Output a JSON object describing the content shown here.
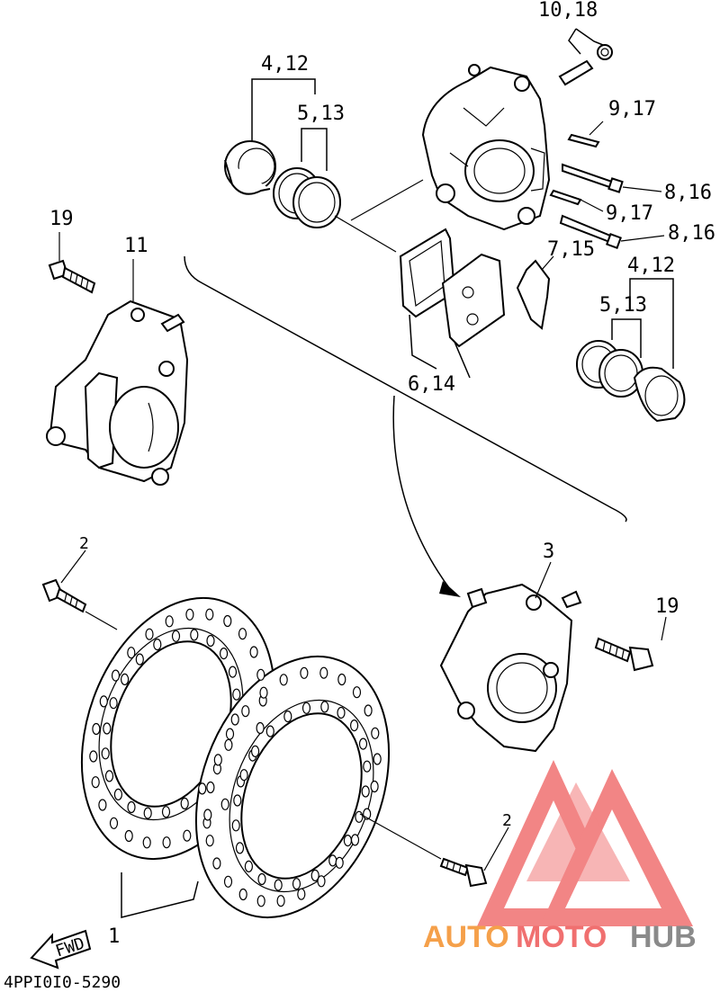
{
  "callouts": {
    "c10_18": "10,18",
    "c4_12_top": "4,12",
    "c5_13_top": "5,13",
    "c9_17_top": "9,17",
    "c8_16_top": "8,16",
    "c9_17_mid": "9,17",
    "c8_16_mid": "8,16",
    "c7_15": "7,15",
    "c4_12_right": "4,12",
    "c5_13_right": "5,13",
    "c6_14": "6,14",
    "c19_left": "19",
    "c11": "11",
    "c2_left": "2",
    "c3": "3",
    "c19_right": "19",
    "c2_bottom": "2",
    "c1": "1"
  },
  "fwd_marker": "FWD",
  "part_code": "4PPI0I0-5290",
  "watermark": {
    "text_a": "AUTO",
    "text_b": "MOTO",
    "text_c": "HUB",
    "color_orange": "#f5a04a",
    "color_red": "#f07070",
    "color_gray": "#8a8a8a"
  },
  "icons": {
    "fwd": "arrow-left-icon",
    "logo": "triangle-m-logo-icon"
  }
}
